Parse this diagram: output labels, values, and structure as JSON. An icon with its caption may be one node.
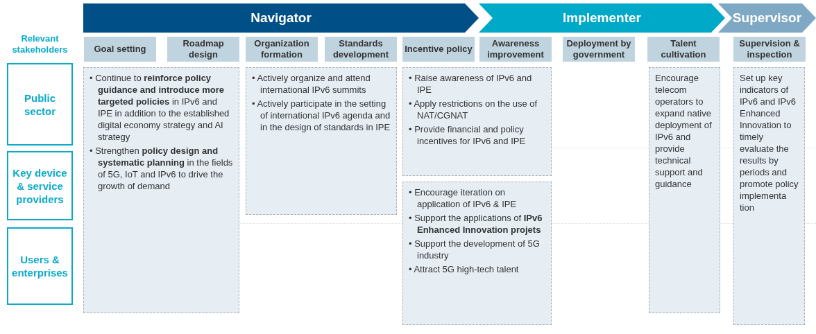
{
  "diagram": {
    "nodes": [
      {
        "text": [
          "Navigator"
        ]
      },
      {
        "text": [
          "Implementer"
        ]
      },
      {
        "text": [
          "Supervisor"
        ]
      },
      {
        "text": [
          "Goal setting"
        ]
      },
      {
        "text": [
          "Roadmap design"
        ]
      },
      {
        "text": [
          "Organization formation"
        ]
      },
      {
        "text": [
          "Standards development"
        ]
      },
      {
        "text": [
          "Incentive policy"
        ]
      },
      {
        "text": [
          "Awareness improvement"
        ]
      },
      {
        "text": [
          "Deployment by government"
        ]
      },
      {
        "text": [
          "Talent cultivation"
        ]
      },
      {
        "text": [
          "Supervision & inspection"
        ]
      },
      {
        "text": [
          "Public sector"
        ]
      },
      {
        "text": [
          "Key device & service providers"
        ]
      },
      {
        "text": [
          "Users & enterprises"
        ]
      },
      {
        "text": [
          "• Continue to **reinforce policy guidance and introduce more targeted policies** in IPv6 and IPE in addition to the established digital economy strategy and AI strategy",
          "• Strengthen **policy design and systematic planning** in the fields of 5G, IoT and IPv6 to drive the growth of demand"
        ]
      },
      {
        "text": [
          "• Actively organize and attend international IPv6 summits",
          "• Actively participate in the setting of international IPv6 agenda and in the design of standards in IPE"
        ]
      },
      {
        "text": [
          "• Raise awareness of IPv6 and IPE",
          "• Apply restrictions on the use of NAT/CGNAT",
          "• Provide financial and policy incentives for IPv6 and IPE"
        ]
      },
      {
        "text": [
          "• Encourage iteration on application of IPv6 & IPE",
          "• Support the applications of **IPv6 Enhanced Innovation projets**",
          "• Support the development of 5G industry",
          "• Attract 5G high-tech talent"
        ]
      },
      {
        "text": [
          "Encourage telecom operators to expand native deployment of IPv6 and provide technical support and guidance"
        ]
      },
      {
        "text": [
          "Set up key indicators of IPv6 and IPv6 Enhanced Innovation to timely evaluate the results by periods and promote policy implementa tion"
        ]
      }
    ],
    "labels": [
      "Relevant stakeholders"
    ]
  }
}
